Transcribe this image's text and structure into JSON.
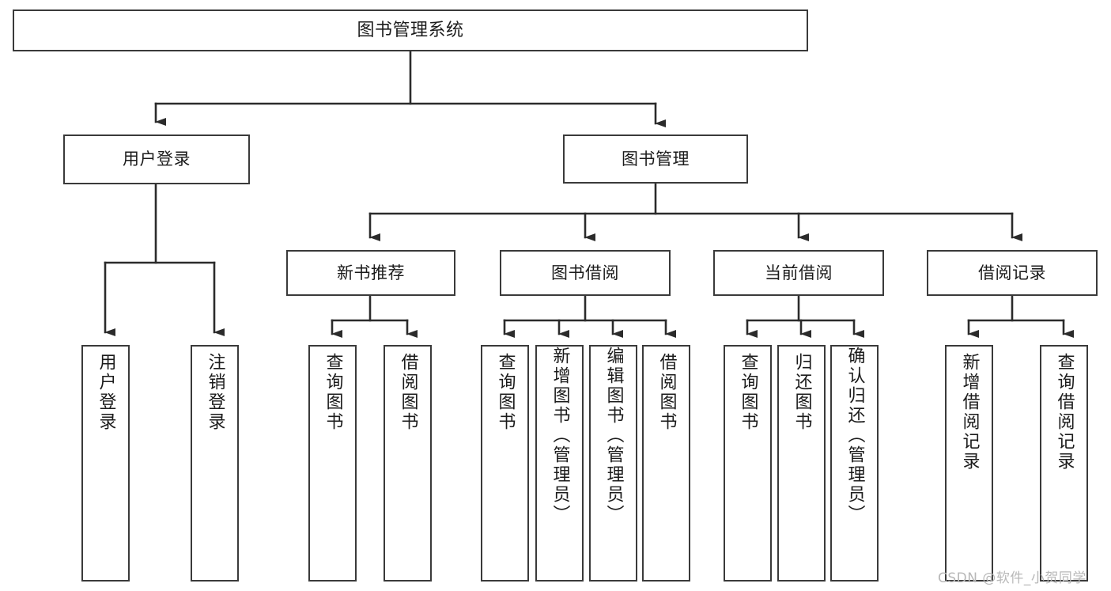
{
  "diagram": {
    "type": "tree",
    "title": "图书管理系统",
    "root": {
      "id": "root",
      "label": "图书管理系统"
    },
    "level2": [
      {
        "id": "user-login",
        "label": "用户登录"
      },
      {
        "id": "book-management",
        "label": "图书管理"
      }
    ],
    "level3": [
      {
        "id": "new-book-recommend",
        "label": "新书推荐",
        "parent": "book-management"
      },
      {
        "id": "book-borrow",
        "label": "图书借阅",
        "parent": "book-management"
      },
      {
        "id": "current-borrow",
        "label": "当前借阅",
        "parent": "book-management"
      },
      {
        "id": "borrow-record",
        "label": "借阅记录",
        "parent": "book-management"
      }
    ],
    "leaves": [
      {
        "id": "leaf-user-login",
        "label": "用户登录",
        "parent": "user-login"
      },
      {
        "id": "leaf-logout",
        "label": "注销登录",
        "parent": "user-login"
      },
      {
        "id": "leaf-query-book-1",
        "label": "查询图书",
        "parent": "new-book-recommend"
      },
      {
        "id": "leaf-borrow-book-1",
        "label": "借阅图书",
        "parent": "new-book-recommend"
      },
      {
        "id": "leaf-query-book-2",
        "label": "查询图书",
        "parent": "book-borrow"
      },
      {
        "id": "leaf-add-book",
        "label": "新增图书（管理员）",
        "parent": "book-borrow"
      },
      {
        "id": "leaf-edit-book",
        "label": "编辑图书（管理员）",
        "parent": "book-borrow"
      },
      {
        "id": "leaf-borrow-book-2",
        "label": "借阅图书",
        "parent": "book-borrow"
      },
      {
        "id": "leaf-query-book-3",
        "label": "查询图书",
        "parent": "current-borrow"
      },
      {
        "id": "leaf-return-book",
        "label": "归还图书",
        "parent": "current-borrow"
      },
      {
        "id": "leaf-confirm-return",
        "label": "确认归还（管理员）",
        "parent": "current-borrow"
      },
      {
        "id": "leaf-add-record",
        "label": "新增借阅记录",
        "parent": "borrow-record"
      },
      {
        "id": "leaf-query-record",
        "label": "查询借阅记录",
        "parent": "borrow-record"
      }
    ],
    "colors": {
      "box_border": "#3a3a3a",
      "box_fill": "#ffffff",
      "connector": "#2b2b2b",
      "text": "#1b1b1b",
      "watermark": "#b8b8b8",
      "background": "#ffffff"
    }
  },
  "watermark": {
    "text": "CSDN @软件_小贺同学"
  }
}
